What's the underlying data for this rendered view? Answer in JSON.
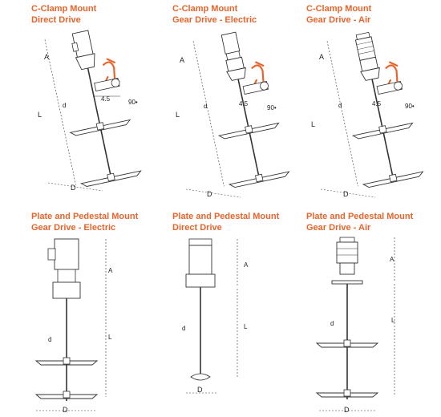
{
  "panels": [
    {
      "line1": "C-Clamp Mount",
      "line2": "Direct Drive",
      "dims": {
        "a": "A",
        "l": "L",
        "d_shaft": "d",
        "d_imp": "D",
        "offset": "4.5",
        "angle": "90•"
      }
    },
    {
      "line1": "C-Clamp Mount",
      "line2": "Gear Drive - Electric",
      "dims": {
        "a": "A",
        "l": "L",
        "d_shaft": "d",
        "d_imp": "D",
        "offset": "4.5",
        "angle": "90•"
      }
    },
    {
      "line1": "C-Clamp Mount",
      "line2": "Gear Drive - Air",
      "dims": {
        "a": "A",
        "l": "L",
        "d_shaft": "d",
        "d_imp": "D",
        "offset": "4.5",
        "angle": "90•"
      }
    },
    {
      "line1": "Plate and Pedestal Mount",
      "line2": "Gear Drive - Electric",
      "dims": {
        "a": "A",
        "l": "L",
        "d_shaft": "d",
        "d_imp": "D"
      }
    },
    {
      "line1": "Plate and Pedestal Mount",
      "line2": "Direct Drive",
      "dims": {
        "a": "A",
        "l": "L",
        "d_shaft": "d",
        "d_imp": "D"
      }
    },
    {
      "line1": "Plate and Pedestal Mount",
      "line2": "Gear Drive - Air",
      "dims": {
        "a": "A",
        "l": "L",
        "d_shaft": "d",
        "d_imp": "D"
      }
    }
  ],
  "colors": {
    "caption": "#e8642a",
    "clamp": "#e8642a",
    "line": "#333333"
  }
}
